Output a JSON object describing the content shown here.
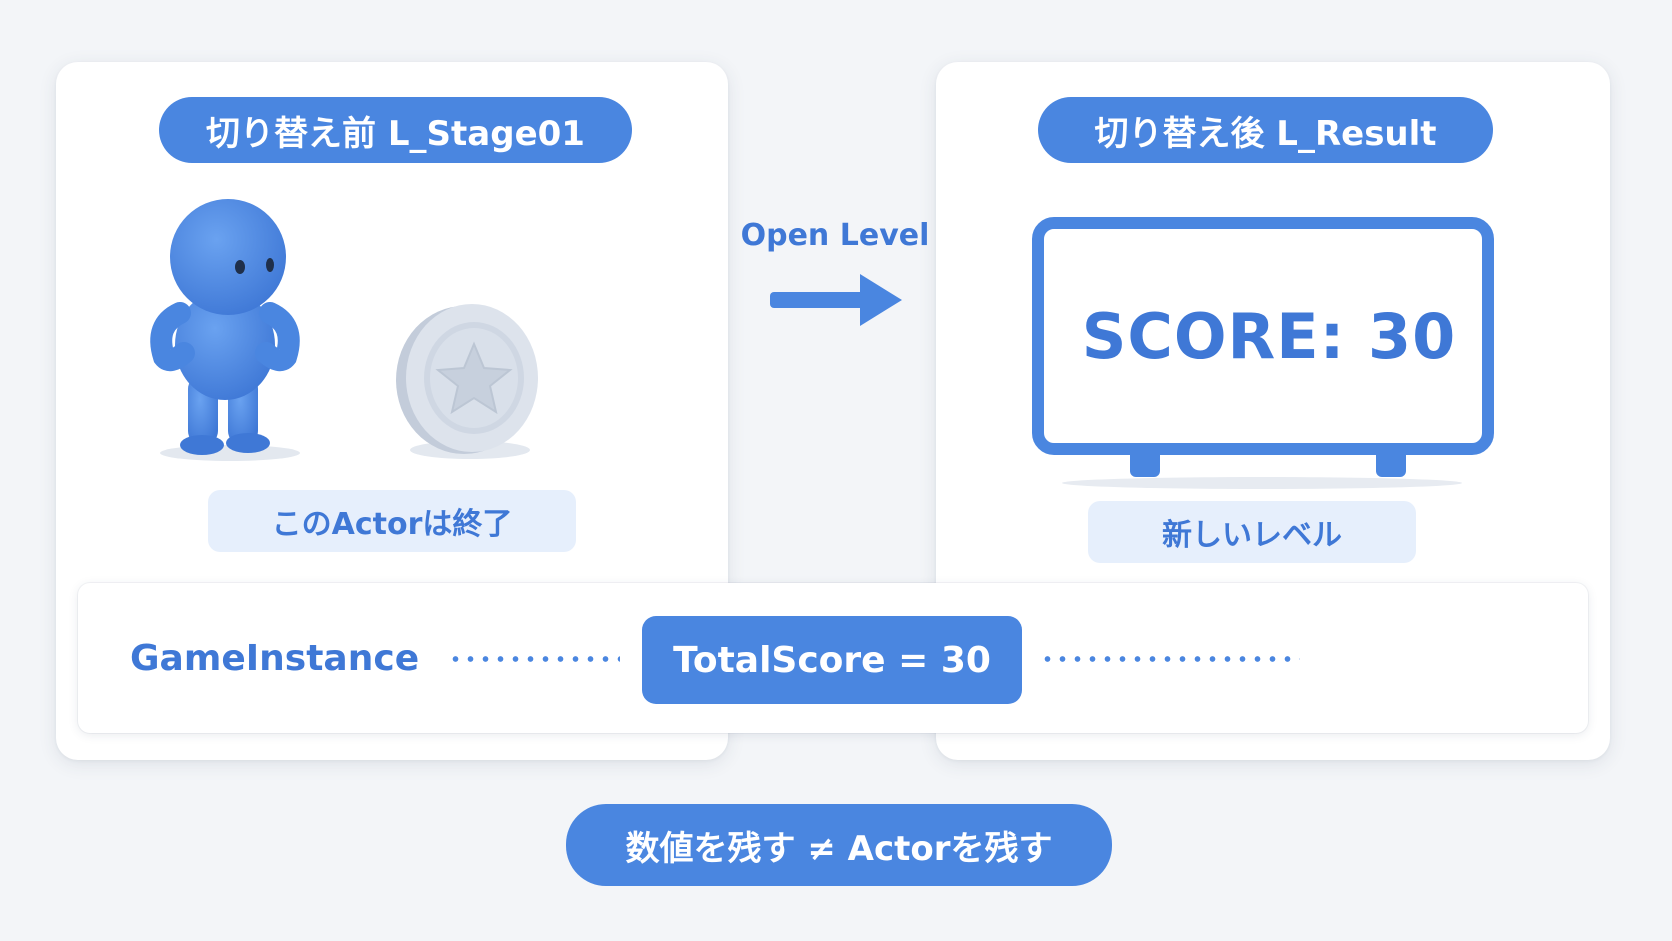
{
  "colors": {
    "accent": "#4a86e0",
    "accent_text": "#3f78d6",
    "soft_fill": "#e6effc",
    "coin": "#d5dce8",
    "background": "#f3f5f8"
  },
  "before": {
    "title": "切り替え前 L_Stage01",
    "label": "このActorは終了"
  },
  "transition": {
    "label": "Open Level"
  },
  "after": {
    "title": "切り替え後 L_Result",
    "board_text": "SCORE: 30",
    "label": "新しいレベル"
  },
  "game_instance": {
    "name": "GameInstance",
    "value": "TotalScore = 30"
  },
  "footer": {
    "text": "数値を残す ≠ Actorを残す"
  },
  "icons": [
    "character-figure-icon",
    "star-coin-icon",
    "arrow-right-icon",
    "score-board-icon"
  ]
}
